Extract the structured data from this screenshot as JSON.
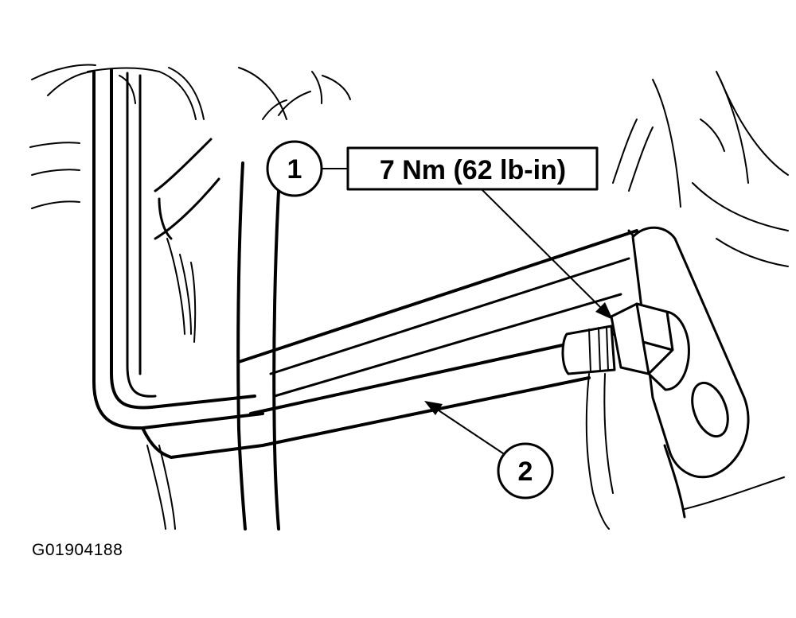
{
  "figure_id": "G01904188",
  "callouts": [
    {
      "number": "1",
      "note": "7 Nm (62 lb-in)",
      "part": "bolt"
    },
    {
      "number": "2",
      "note": "",
      "part": "bar"
    }
  ],
  "colors": {
    "line": "#000000",
    "background": "#ffffff"
  }
}
